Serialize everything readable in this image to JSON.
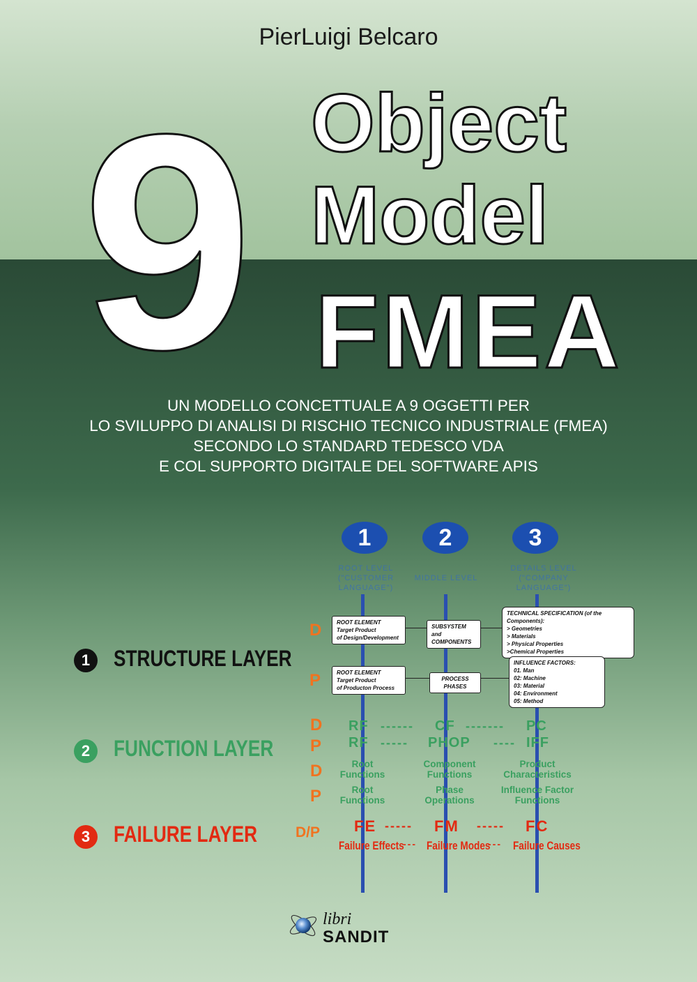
{
  "author": "PierLuigi Belcaro",
  "title": {
    "number": "9",
    "line1": "Object",
    "line2": "Model",
    "line3": "FMEA"
  },
  "subtitle": [
    "UN MODELLO CONCETTUALE A 9 OGGETTI PER",
    "LO  SVILUPPO DI ANALISI DI RISCHIO TECNICO INDUSTRIALE (FMEA)",
    "SECONDO LO STANDARD TEDESCO VDA",
    "E COL SUPPORTO DIGITALE DEL SOFTWARE APIS"
  ],
  "levels": [
    {
      "number": "1",
      "label_line1": "ROOT LEVEL",
      "label_line2": "(\"CUSTOMER LANGUAGE\")"
    },
    {
      "number": "2",
      "label_line1": "MIDDLE LEVEL",
      "label_line2": ""
    },
    {
      "number": "3",
      "label_line1": "DETAILS LEVEL",
      "label_line2": "(\"COMPANY LANGUAGE\")"
    }
  ],
  "structure_layer": {
    "number": "1",
    "name": "STRUCTURE LAYER",
    "d_label": "D",
    "p_label": "P",
    "d_boxes": {
      "root": [
        "ROOT ELEMENT",
        "Target Product",
        "of Design/Development"
      ],
      "middle": [
        "SUBSYSTEM and",
        "COMPONENTS"
      ],
      "details": [
        "TECHNICAL SPECIFICATION (of the Components):",
        "> Geometries",
        "> Materials",
        "> Physical Properties",
        ">Chemical Properties"
      ]
    },
    "p_boxes": {
      "root": [
        "ROOT ELEMENT",
        "Target Product",
        "of Producton Process"
      ],
      "middle": [
        "PROCESS PHASES"
      ],
      "details": [
        "INFLUENCE FACTORS:",
        "01. Man",
        "02: Machine",
        "03: Material",
        "04: Environment",
        "05: Method"
      ]
    }
  },
  "function_layer": {
    "number": "2",
    "name": "FUNCTION LAYER",
    "rows": [
      {
        "label": "D",
        "codes": [
          "RF",
          "CF",
          "PC"
        ],
        "dashes": [
          "------",
          "-------"
        ]
      },
      {
        "label": "P",
        "codes": [
          "RF",
          "PHOP",
          "IFF"
        ],
        "dashes": [
          "-----",
          "----"
        ]
      }
    ],
    "desc_rows": [
      {
        "label": "D",
        "items": [
          [
            "Root",
            "Functions"
          ],
          [
            "Component",
            "Functions"
          ],
          [
            "Product",
            "Characteristics"
          ]
        ]
      },
      {
        "label": "P",
        "items": [
          [
            "Root",
            "Functions"
          ],
          [
            "Phase",
            "Operations"
          ],
          [
            "Influence Factor",
            "Functions"
          ]
        ]
      }
    ]
  },
  "failure_layer": {
    "number": "3",
    "name": "FAILURE LAYER",
    "label": "D/P",
    "codes": [
      "FE",
      "FM",
      "FC"
    ],
    "dashes": [
      "-----",
      "-----"
    ],
    "names": [
      "Failure Effects",
      "Failure Modes",
      "Failure Causes"
    ],
    "name_dashes": [
      "---",
      "---"
    ]
  },
  "publisher": {
    "line1": "libri",
    "line2": "SANDIT"
  },
  "colors": {
    "structure": "#111111",
    "function": "#3aa060",
    "failure": "#e22a12",
    "dp_orange": "#f07320",
    "level_blue": "#1c4fb0"
  }
}
